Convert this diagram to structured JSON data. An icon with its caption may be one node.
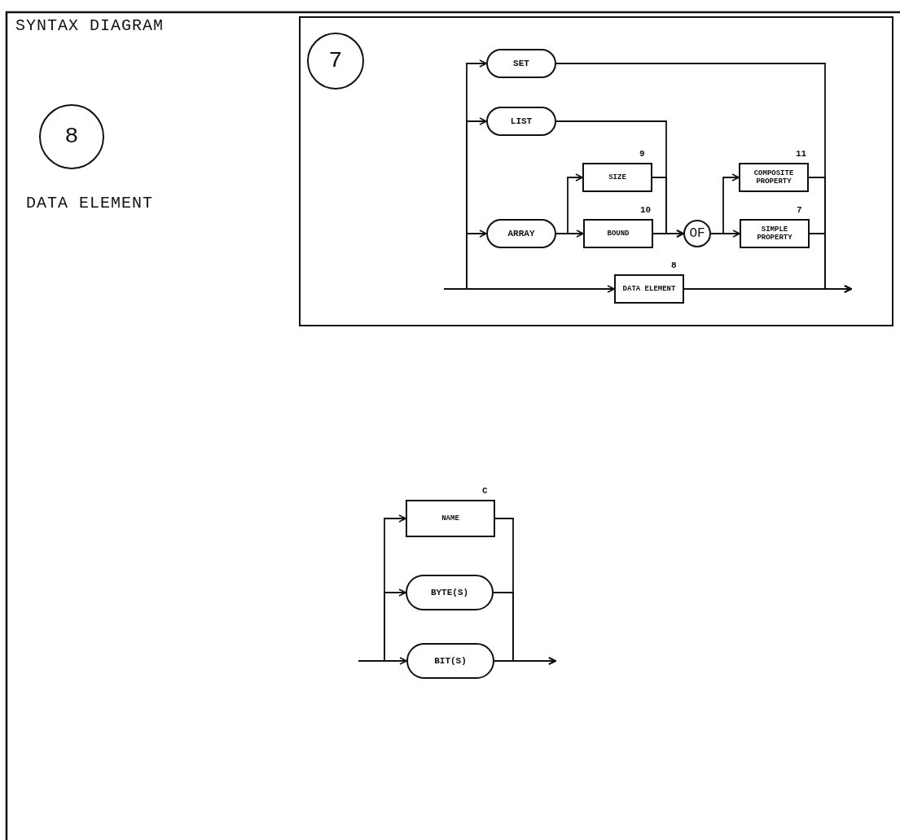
{
  "diagram": {
    "title": "SYNTAX DIAGRAM",
    "nodes": [
      {
        "text": [
          "8"
        ]
      },
      {
        "text": [],
        "shape": "box"
      },
      {
        "text": [
          "7"
        ],
        "in": 1
      },
      {
        "text": [
          "SET"
        ],
        "in": 1
      },
      {
        "text": [
          "LIST"
        ],
        "in": 1
      },
      {
        "text": [
          "SIZE"
        ],
        "in": 1,
        "beside": [
          "9"
        ]
      },
      {
        "text": [
          "ARRAY"
        ],
        "in": 1
      },
      {
        "text": [
          "BOUND"
        ],
        "in": 1,
        "beside": [
          "10"
        ]
      },
      {
        "text": [
          "OF"
        ],
        "in": 1
      },
      {
        "text": [
          "COMPOSITE PROPERTY"
        ],
        "in": 1,
        "beside": [
          "11"
        ]
      },
      {
        "text": [
          "SIMPLE PROPERTY"
        ],
        "in": 1,
        "beside": [
          "7"
        ]
      },
      {
        "text": [
          "DATA ELEMENT"
        ],
        "in": 1,
        "beside": [
          "8"
        ]
      },
      {
        "text": [
          "NAME"
        ],
        "beside": [
          "C"
        ]
      },
      {
        "text": [
          "BYTE(S)"
        ]
      },
      {
        "text": [
          "BIT(S)"
        ]
      }
    ],
    "edges": [
      {
        "from": null,
        "to": 3,
        "arrow": "to"
      },
      {
        "from": null,
        "to": 4,
        "arrow": "to"
      },
      {
        "from": null,
        "to": 6,
        "arrow": "to"
      },
      {
        "from": null,
        "to": 11,
        "arrow": "to"
      },
      {
        "from": 3,
        "to": null,
        "arrow": "to"
      },
      {
        "from": 4,
        "to": 8,
        "arrow": "to"
      },
      {
        "from": 6,
        "to": 5,
        "arrow": "to"
      },
      {
        "from": 6,
        "to": 7,
        "arrow": "to"
      },
      {
        "from": 5,
        "to": 8,
        "arrow": "to"
      },
      {
        "from": 7,
        "to": 8,
        "arrow": "to"
      },
      {
        "from": 8,
        "to": 9,
        "arrow": "to"
      },
      {
        "from": 8,
        "to": 10,
        "arrow": "to"
      },
      {
        "from": 9,
        "to": null,
        "arrow": "to"
      },
      {
        "from": 10,
        "to": null,
        "arrow": "to"
      },
      {
        "from": 11,
        "to": null,
        "arrow": "to"
      },
      {
        "from": null,
        "to": 12,
        "arrow": "to"
      },
      {
        "from": null,
        "to": 13,
        "arrow": "to"
      },
      {
        "from": null,
        "to": 14,
        "arrow": "to"
      },
      {
        "from": 12,
        "to": null,
        "arrow": "to"
      },
      {
        "from": 13,
        "to": null,
        "arrow": "to"
      },
      {
        "from": 14,
        "to": null,
        "arrow": "to"
      }
    ],
    "labels": [
      "DATA ELEMENT"
    ]
  }
}
